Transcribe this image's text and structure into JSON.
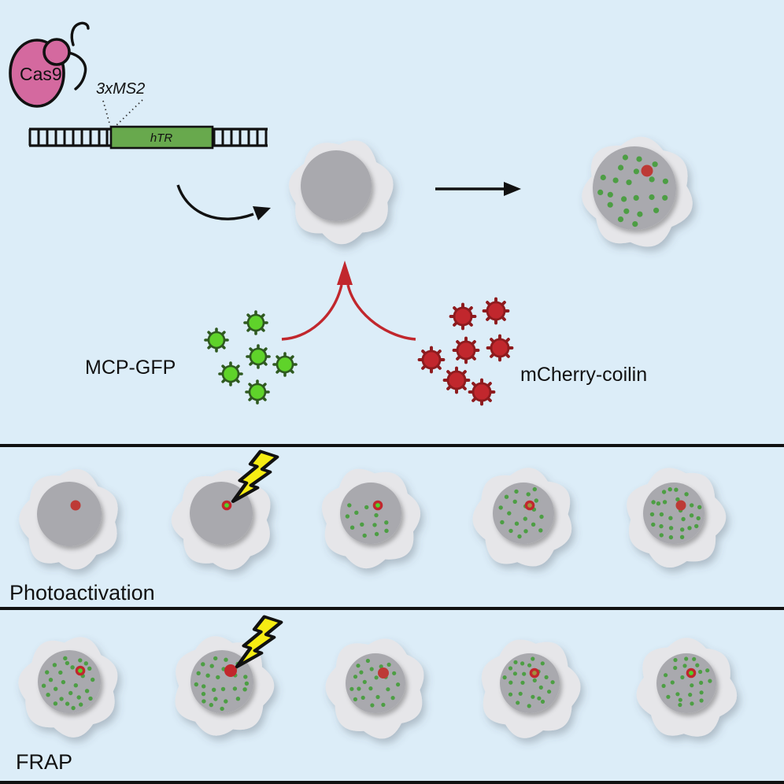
{
  "figure": {
    "type": "schematic-diagram",
    "description_labels_only": true
  },
  "colors": {
    "background": "#dcedf8",
    "cell_body": "#e6e6e9",
    "nucleus": "#a9a9ae",
    "green_dot": "#4d9e44",
    "cajal_red": "#bd3a36",
    "ring_red": "#c1272d",
    "bright_green": "#52d32a",
    "olive": "#a3913f",
    "gfp_green": "#5fd32a",
    "gfp_outline": "#2f5a20",
    "mcherry_red": "#c1272d",
    "mcherry_outline": "#8e1b1e",
    "bolt_yellow": "#f6ec13",
    "cas9_pink": "#d4699f",
    "htr_green": "#68a94d",
    "arrow_red": "#c1272d",
    "ink": "#111111"
  },
  "icons": {
    "lightning_bolt": "flash / laser pulse",
    "gfp_particle": "spiky green fluorophore",
    "mcherry_particle": "spiky red fluorophore"
  },
  "construct": {
    "cas9_label": "Cas9",
    "ms2_label": "3xMS2",
    "htr_label": "hTR"
  },
  "legend": {
    "mcp_gfp": "MCP-GFP",
    "mcherry_coilin": "mCherry-coilin"
  },
  "sections": {
    "photoactivation": {
      "label": "Photoactivation"
    },
    "frap": {
      "label": "FRAP"
    }
  },
  "particles": {
    "mcp_gfp": [
      [
        325,
        410
      ],
      [
        275,
        432
      ],
      [
        328,
        453
      ],
      [
        362,
        463
      ],
      [
        293,
        475
      ],
      [
        327,
        498
      ]
    ],
    "mcherry": [
      [
        588,
        402
      ],
      [
        630,
        395
      ],
      [
        592,
        445
      ],
      [
        635,
        442
      ],
      [
        548,
        457
      ],
      [
        580,
        483
      ],
      [
        612,
        498
      ]
    ]
  },
  "dot_positions": [
    [
      -0.15,
      -0.78
    ],
    [
      0.35,
      -0.72
    ],
    [
      -0.5,
      -0.55
    ],
    [
      0.67,
      -0.45
    ],
    [
      -0.75,
      -0.3
    ],
    [
      0.1,
      -0.48
    ],
    [
      -0.3,
      -0.3
    ],
    [
      0.45,
      -0.2
    ],
    [
      0.78,
      -0.08
    ],
    [
      -0.62,
      -0.05
    ],
    [
      -0.2,
      0.02
    ],
    [
      0.22,
      0.12
    ],
    [
      -0.45,
      0.25
    ],
    [
      0.6,
      0.3
    ],
    [
      0.05,
      0.38
    ],
    [
      -0.7,
      0.45
    ],
    [
      0.33,
      0.52
    ],
    [
      -0.25,
      0.58
    ],
    [
      0.72,
      0.55
    ],
    [
      -0.05,
      0.74
    ],
    [
      0.4,
      0.76
    ],
    [
      -0.45,
      0.74
    ],
    [
      0.15,
      0.88
    ],
    [
      -0.08,
      -0.62
    ],
    [
      0.55,
      -0.62
    ],
    [
      -0.85,
      0.15
    ]
  ],
  "cells": [
    {
      "id": "top-untransfected",
      "bx": 433,
      "by": 243,
      "br": 69,
      "rot": 10,
      "nx": 427,
      "ny": 236,
      "nr": 45,
      "dots": 0,
      "cdt": "none"
    },
    {
      "id": "top-expressing",
      "bx": 810,
      "by": 244,
      "br": 73,
      "rot": 95,
      "nx": 806,
      "ny": 239,
      "nr": 53,
      "dots": 22,
      "cdt": "red",
      "cd": [
        16,
        -22
      ],
      "cdr": 7.5
    },
    {
      "id": "photoactivation-t1",
      "bx": 88,
      "by": 660,
      "br": 66,
      "rot": 0,
      "nx": 88,
      "ny": 653,
      "nr": 41,
      "dots": 0,
      "cdt": "red",
      "cd": [
        8,
        -11
      ],
      "cdr": 6.5
    },
    {
      "id": "photoactivation-t2",
      "bx": 283,
      "by": 660,
      "br": 66,
      "rot": 50,
      "nx": 281,
      "ny": 652,
      "nr": 40,
      "dots": 0,
      "cdt": "green-ring",
      "cd": [
        7,
        -10
      ],
      "bolt": true
    },
    {
      "id": "photoactivation-t3",
      "bx": 471,
      "by": 658,
      "br": 66,
      "rot": 120,
      "nx": 471,
      "ny": 652,
      "nr": 39,
      "dots": 12,
      "cdt": "green-ring",
      "cd": [
        9,
        -10
      ]
    },
    {
      "id": "photoactivation-t4",
      "bx": 665,
      "by": 658,
      "br": 66,
      "rot": 200,
      "nx": 665,
      "ny": 652,
      "nr": 39,
      "dots": 19,
      "cdt": "olive-ring",
      "cd": [
        8,
        -10
      ]
    },
    {
      "id": "photoactivation-t5",
      "bx": 858,
      "by": 658,
      "br": 66,
      "rot": 280,
      "nx": 856,
      "ny": 652,
      "nr": 39,
      "dots": 26,
      "cdt": "red",
      "cd": [
        9,
        -10
      ],
      "cdr": 6.5
    },
    {
      "id": "frap-t1",
      "bx": 88,
      "by": 872,
      "br": 66,
      "rot": 160,
      "nx": 88,
      "ny": 866,
      "nr": 40,
      "dots": 26,
      "cdt": "green-ring",
      "cd": [
        14,
        -14
      ]
    },
    {
      "id": "frap-t2",
      "bx": 283,
      "by": 872,
      "br": 66,
      "rot": 230,
      "nx": 282,
      "ny": 866,
      "nr": 40,
      "dots": 26,
      "cdt": "red",
      "cdc": "ring_red",
      "cd": [
        11,
        -14
      ],
      "cdr": 8,
      "bolt": true
    },
    {
      "id": "frap-t3",
      "bx": 477,
      "by": 874,
      "br": 66,
      "rot": 310,
      "nx": 477,
      "ny": 868,
      "nr": 38,
      "dots": 22,
      "cdt": "red",
      "cd": [
        10,
        -13
      ],
      "cdr": 7
    },
    {
      "id": "frap-t4",
      "bx": 673,
      "by": 874,
      "br": 66,
      "rot": 20,
      "nx": 673,
      "ny": 868,
      "nr": 38,
      "dots": 24,
      "cdt": "olive-ring",
      "cd": [
        6,
        -13
      ]
    },
    {
      "id": "frap-t5",
      "bx": 872,
      "by": 874,
      "br": 66,
      "rot": 90,
      "nx": 872,
      "ny": 868,
      "nr": 38,
      "dots": 24,
      "cdt": "green-ring",
      "cd": [
        6,
        -13
      ]
    }
  ]
}
